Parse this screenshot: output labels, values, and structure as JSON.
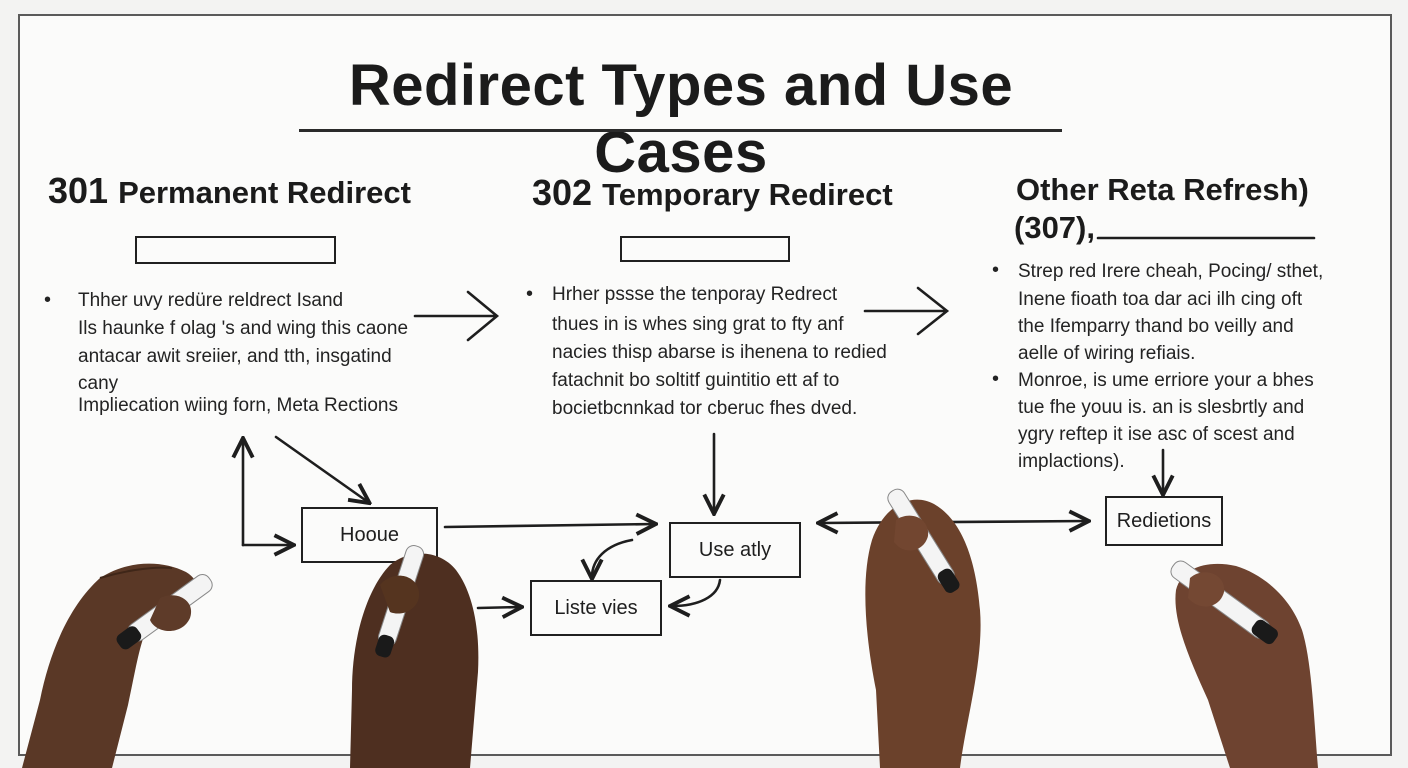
{
  "title": "Redirect Types and Use Cases",
  "columns": [
    {
      "heading_num": "301",
      "heading_text": "Permanent Redirect",
      "lines": [
        "Thher uvy redüre reldrect Isand",
        "Ils haunke f olag 's and wing this caone",
        "antacar awit sreiier, and tth, insgatind",
        "cany",
        "Impliecation wiing forn, Meta Rections"
      ]
    },
    {
      "heading_num": "302",
      "heading_text": "Temporary Redirect",
      "lines": [
        "Hrher pssse the tenporay Redrect",
        "thues in is whes sing grat to fty anf",
        "nacies thisp abarse is ihenena to redied",
        "fatachnit bo soltitf guintitio ett af to",
        "bocietbcnnkad tor cberuc fhes dved."
      ]
    },
    {
      "heading_line1": "Other Reta Refresh)",
      "heading_line2": "(307),",
      "bullet1_lines": [
        "Strep red Irere cheah, Pocing/ sthet,",
        "Inene fioath toa dar aci ilh cing oft",
        "the Ifemparry thand bo veilly and",
        "aelle of wiring refiais."
      ],
      "bullet2_lines": [
        "Monroe, is ume erriore your a bhes",
        "tue fhe youu is. an is slesbrtly and",
        "ygry reftep it ise asc of scest and",
        "implactions)."
      ]
    }
  ],
  "bullet_glyph": "•",
  "flow_boxes": {
    "house": "Hooue",
    "list_view": "Liste vies",
    "use_only": "Use atly",
    "redirections": "Redietions"
  },
  "colors": {
    "ink": "#1e1e1e",
    "board": "#fbfbfa",
    "marker_body": "#f4f4f4",
    "marker_cap": "#1a1a1a"
  }
}
